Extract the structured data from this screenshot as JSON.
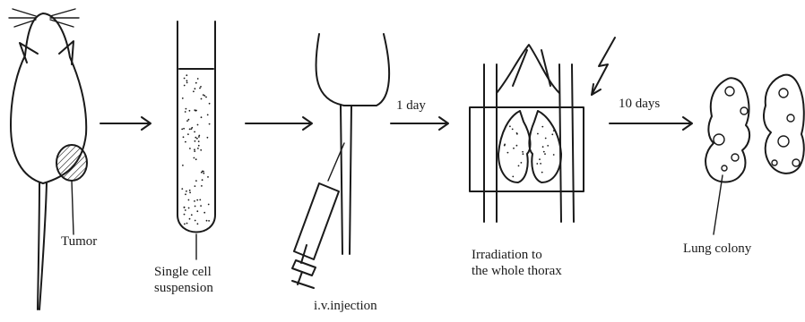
{
  "labels": {
    "tumor": "Tumor",
    "single_cell_line1": "Single cell",
    "single_cell_line2": "suspension",
    "iv_injection": "i.v.injection",
    "one_day": "1 day",
    "irradiation_line1": "Irradiation to",
    "irradiation_line2": "the whole thorax",
    "ten_days": "10 days",
    "lung_colony": "Lung colony"
  },
  "steps": [
    "mouse-with-tumor",
    "test-tube-suspension",
    "tail-vein-syringe",
    "thorax-irradiation",
    "excised-lungs"
  ],
  "ink_color": "#1a1a1a"
}
